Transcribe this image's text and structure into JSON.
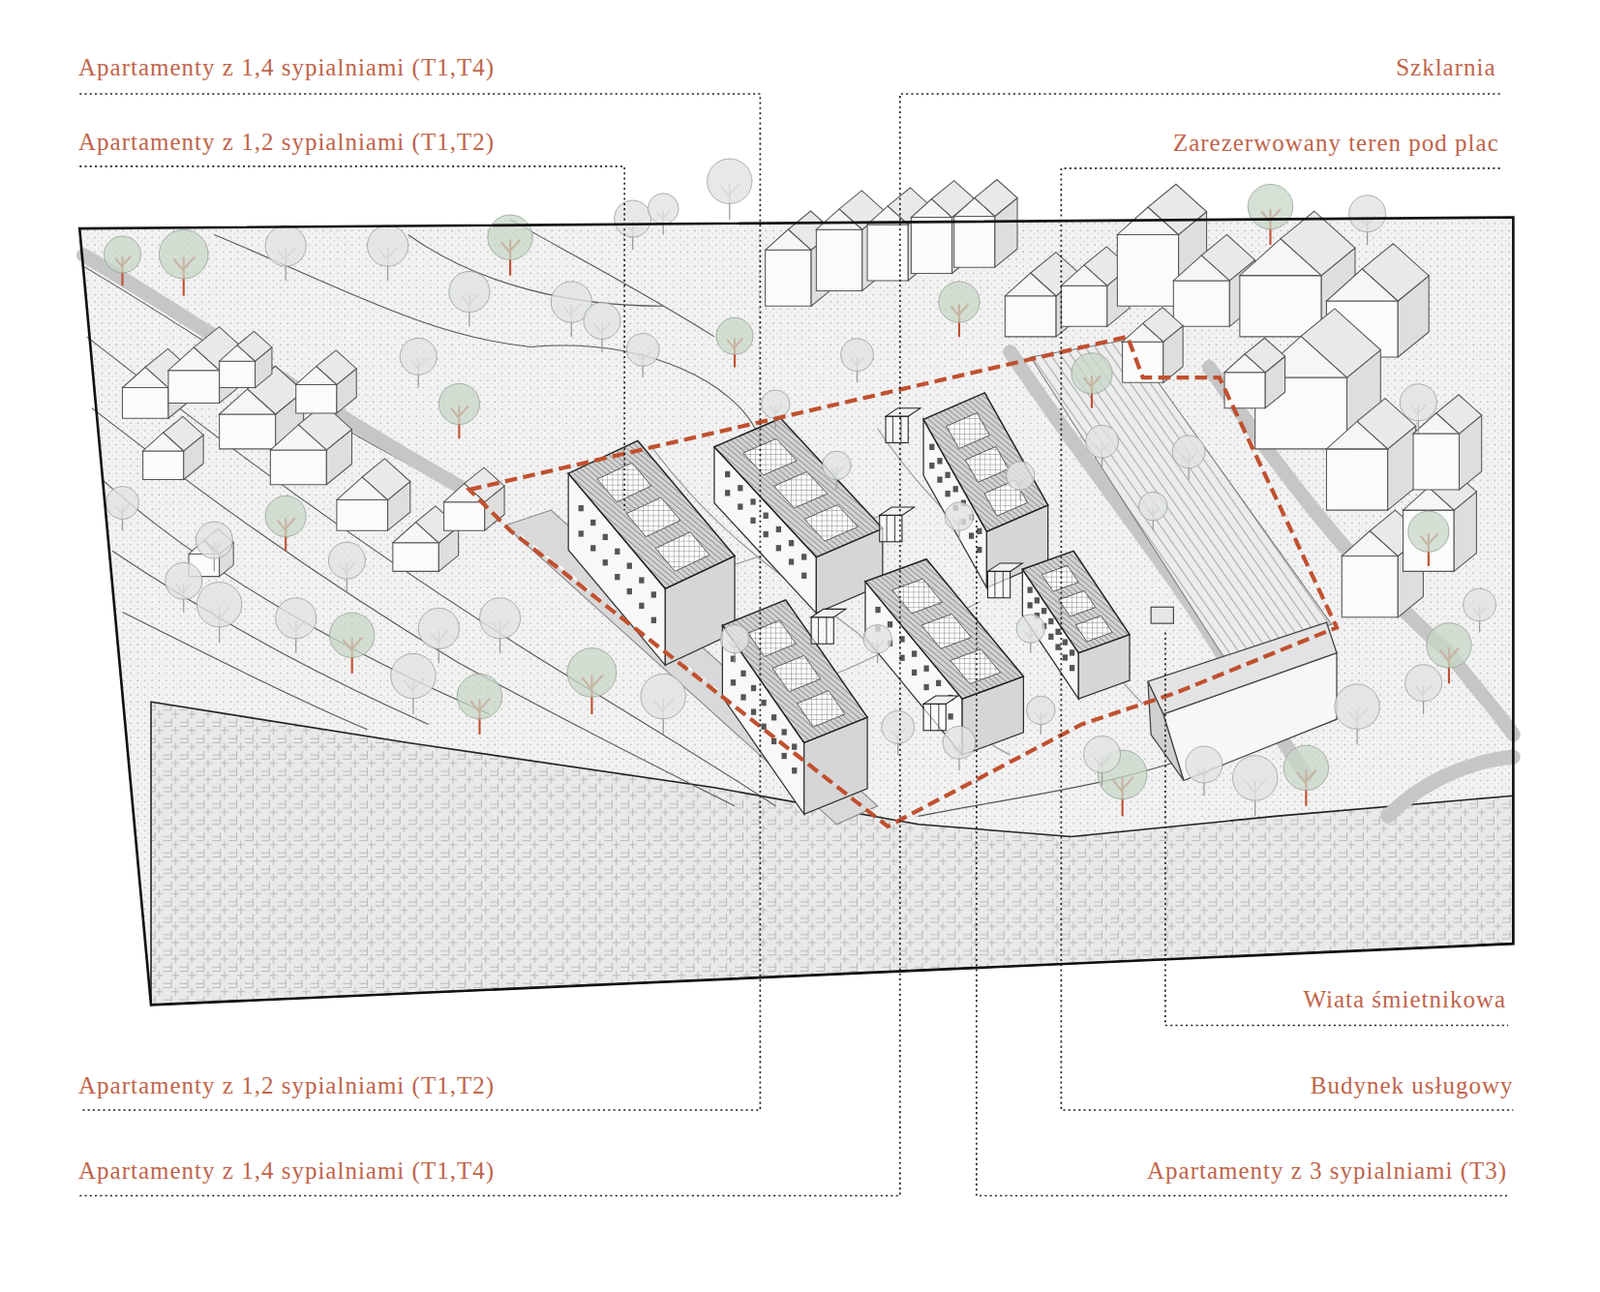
{
  "diagram": {
    "labels": [
      "Apartamenty z 1,4 sypialniami (T1,T4)",
      "Szklarnia",
      "Apartamenty z 1,2 sypialniami (T1,T2)",
      "Zarezerwowany teren pod plac",
      "Wiata śmietnikowa",
      "Apartamenty z 1,2 sypialniami (T1,T2)",
      "Budynek usługowy",
      "Apartamenty z 1,4 sypialniami (T1,T4)",
      "Apartamenty z 3 sypialniami (T3)"
    ]
  }
}
